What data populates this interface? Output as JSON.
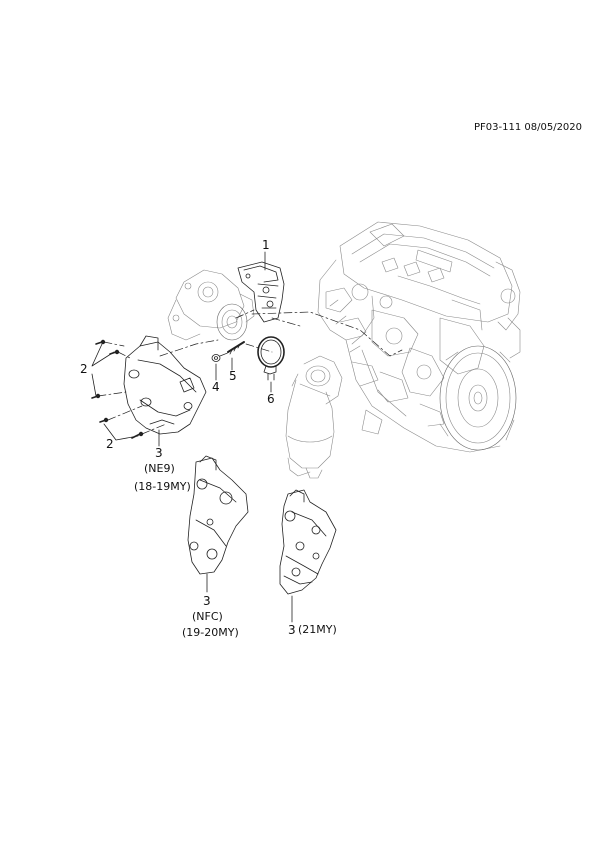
{
  "document_ref": "PF03-111 08/05/2020",
  "callouts": {
    "c1": "1",
    "c2a": "2",
    "c2b": "2",
    "c3a": "3",
    "c3a_note1": "(NE9)",
    "c3a_note2": "(18-19MY)",
    "c3b": "3",
    "c3b_note1": "(NFC)",
    "c3b_note2": "(19-20MY)",
    "c3c": "3",
    "c3c_note": "(21MY)",
    "c4": "4",
    "c5": "5",
    "c6": "6"
  },
  "colors": {
    "line": "#222222",
    "light": "#9a9a9a",
    "fill": "#ffffff"
  }
}
